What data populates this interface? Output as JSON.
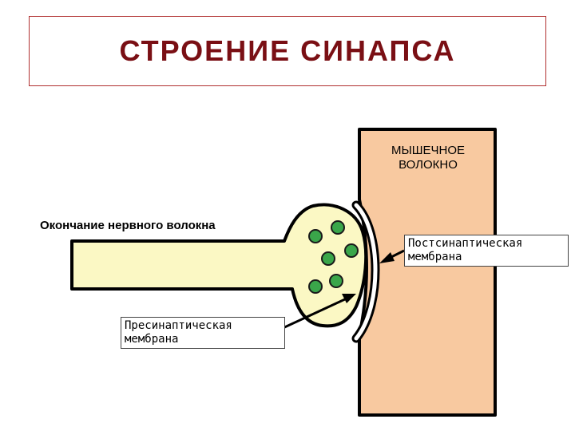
{
  "title": "СТРОЕНИЕ СИНАПСА",
  "muscle": {
    "line1": "МЫШЕЧНОЕ",
    "line2": "ВОЛОКНО"
  },
  "nerve_ending": "Окончание нервного волокна",
  "postsynaptic": {
    "line1": "Постсинаптическая",
    "line2": "мембрана"
  },
  "presynaptic": {
    "line1": "Пресинаптическая",
    "line2": "мембрана"
  },
  "colors": {
    "title": "#7a0f14",
    "title_border": "#b03030",
    "muscle_fill": "#f8c9a0",
    "nerve_fill": "#fbf8c4",
    "vesicle_fill": "#3aa64a",
    "outline": "#000000"
  }
}
